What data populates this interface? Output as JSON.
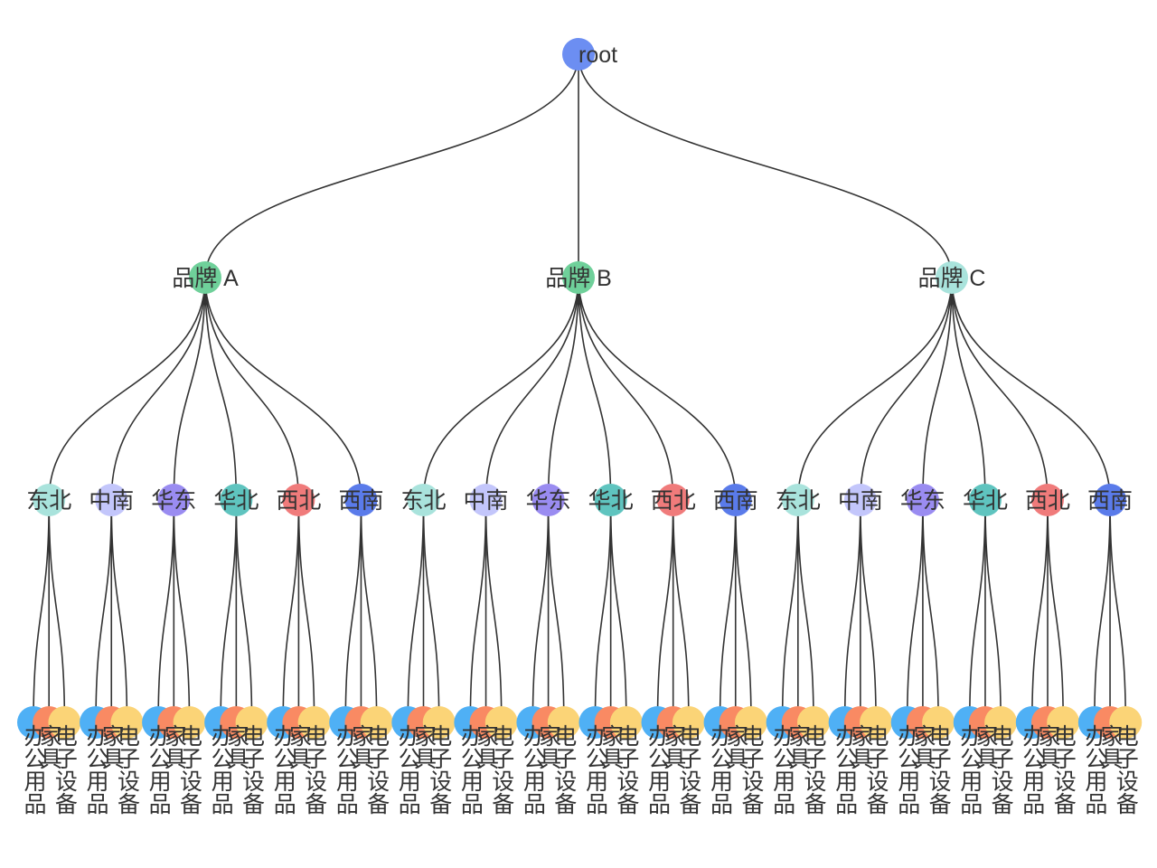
{
  "tree": {
    "root": {
      "label": "root",
      "color": "#6c8ef2"
    },
    "brands": [
      {
        "label": "品牌 A",
        "color": "#6fd09a"
      },
      {
        "label": "品牌 B",
        "color": "#6fd09a"
      },
      {
        "label": "品牌 C",
        "color": "#a9e3dc"
      }
    ],
    "regions": [
      {
        "label": "东北",
        "color": "#a9e3dc"
      },
      {
        "label": "中南",
        "color": "#c3c6fb"
      },
      {
        "label": "华东",
        "color": "#9a8cf1"
      },
      {
        "label": "华北",
        "color": "#5fc4bf"
      },
      {
        "label": "西北",
        "color": "#f07b7b"
      },
      {
        "label": "西南",
        "color": "#5a7bea"
      }
    ],
    "categories": [
      {
        "label": "办公用品",
        "color": "#4fb0f5"
      },
      {
        "label": "家具",
        "color": "#f98a63"
      },
      {
        "label": "电子设备",
        "color": "#fbd477"
      }
    ]
  }
}
